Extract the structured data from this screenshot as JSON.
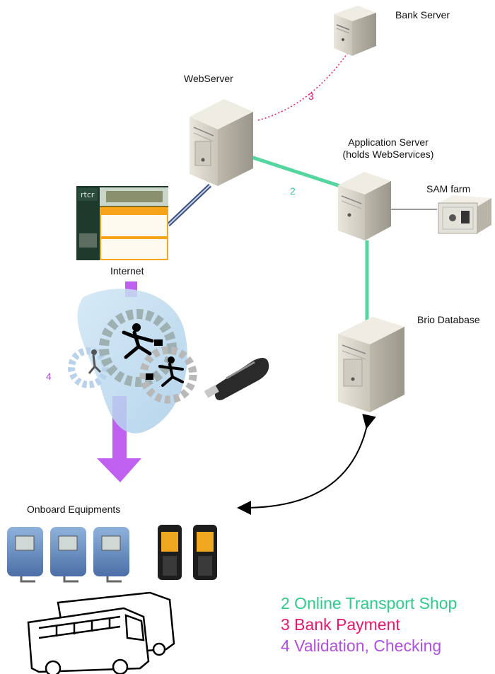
{
  "nodes": {
    "bank_server": "Bank Server",
    "web_server": "WebServer",
    "app_server_line1": "Application Server",
    "app_server_line2": "(holds WebServices)",
    "sam_farm": "SAM farm",
    "internet": "Internet",
    "brio_database": "Brio Database",
    "onboard_equipments": "Onboard Equipments"
  },
  "connections": {
    "bank_payment_num": "3",
    "online_shop_num": "2",
    "validation_num": "4"
  },
  "legend": [
    {
      "text": "2 Online Transport Shop",
      "color": "#2ecc8a"
    },
    {
      "text": "3 Bank Payment",
      "color": "#e8176b"
    },
    {
      "text": "4 Validation, Checking",
      "color": "#b04fe0"
    }
  ],
  "colors": {
    "green_link": "#55d6a0",
    "pink_link": "#e8176b",
    "violet_link": "#c060f0",
    "blue_link": "#3a4f80"
  }
}
